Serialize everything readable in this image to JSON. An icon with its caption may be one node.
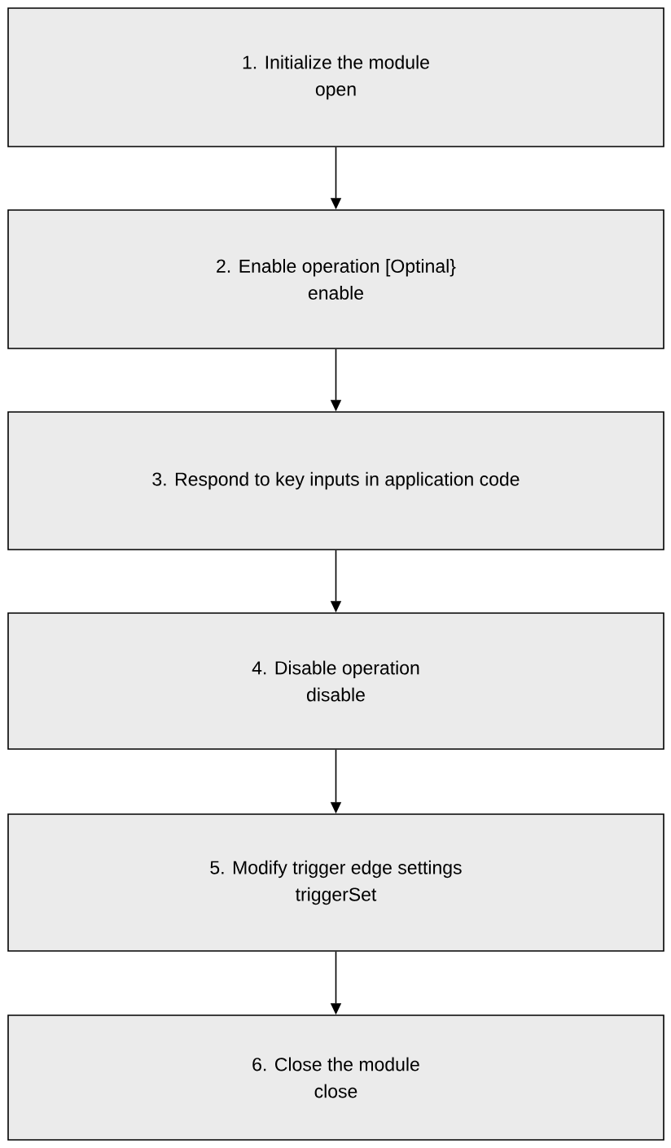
{
  "diagram": {
    "nodes": [
      {
        "text": [
          "1.  Initialize the module",
          "open"
        ]
      },
      {
        "text": [
          "2.  Enable operation [Optinal}",
          "enable"
        ]
      },
      {
        "text": [
          "3.  Respond to key inputs in application code"
        ]
      },
      {
        "text": [
          "4.  Disable operation",
          "disable"
        ]
      },
      {
        "text": [
          "5.  Modify trigger edge settings",
          "triggerSet"
        ]
      },
      {
        "text": [
          "6.  Close the module",
          "close"
        ]
      }
    ],
    "edges": [
      {
        "from": 0,
        "to": 1,
        "arrow": "to"
      },
      {
        "from": 1,
        "to": 2,
        "arrow": "to"
      },
      {
        "from": 2,
        "to": 3,
        "arrow": "to"
      },
      {
        "from": 3,
        "to": 4,
        "arrow": "to"
      },
      {
        "from": 4,
        "to": 5,
        "arrow": "to"
      }
    ]
  }
}
